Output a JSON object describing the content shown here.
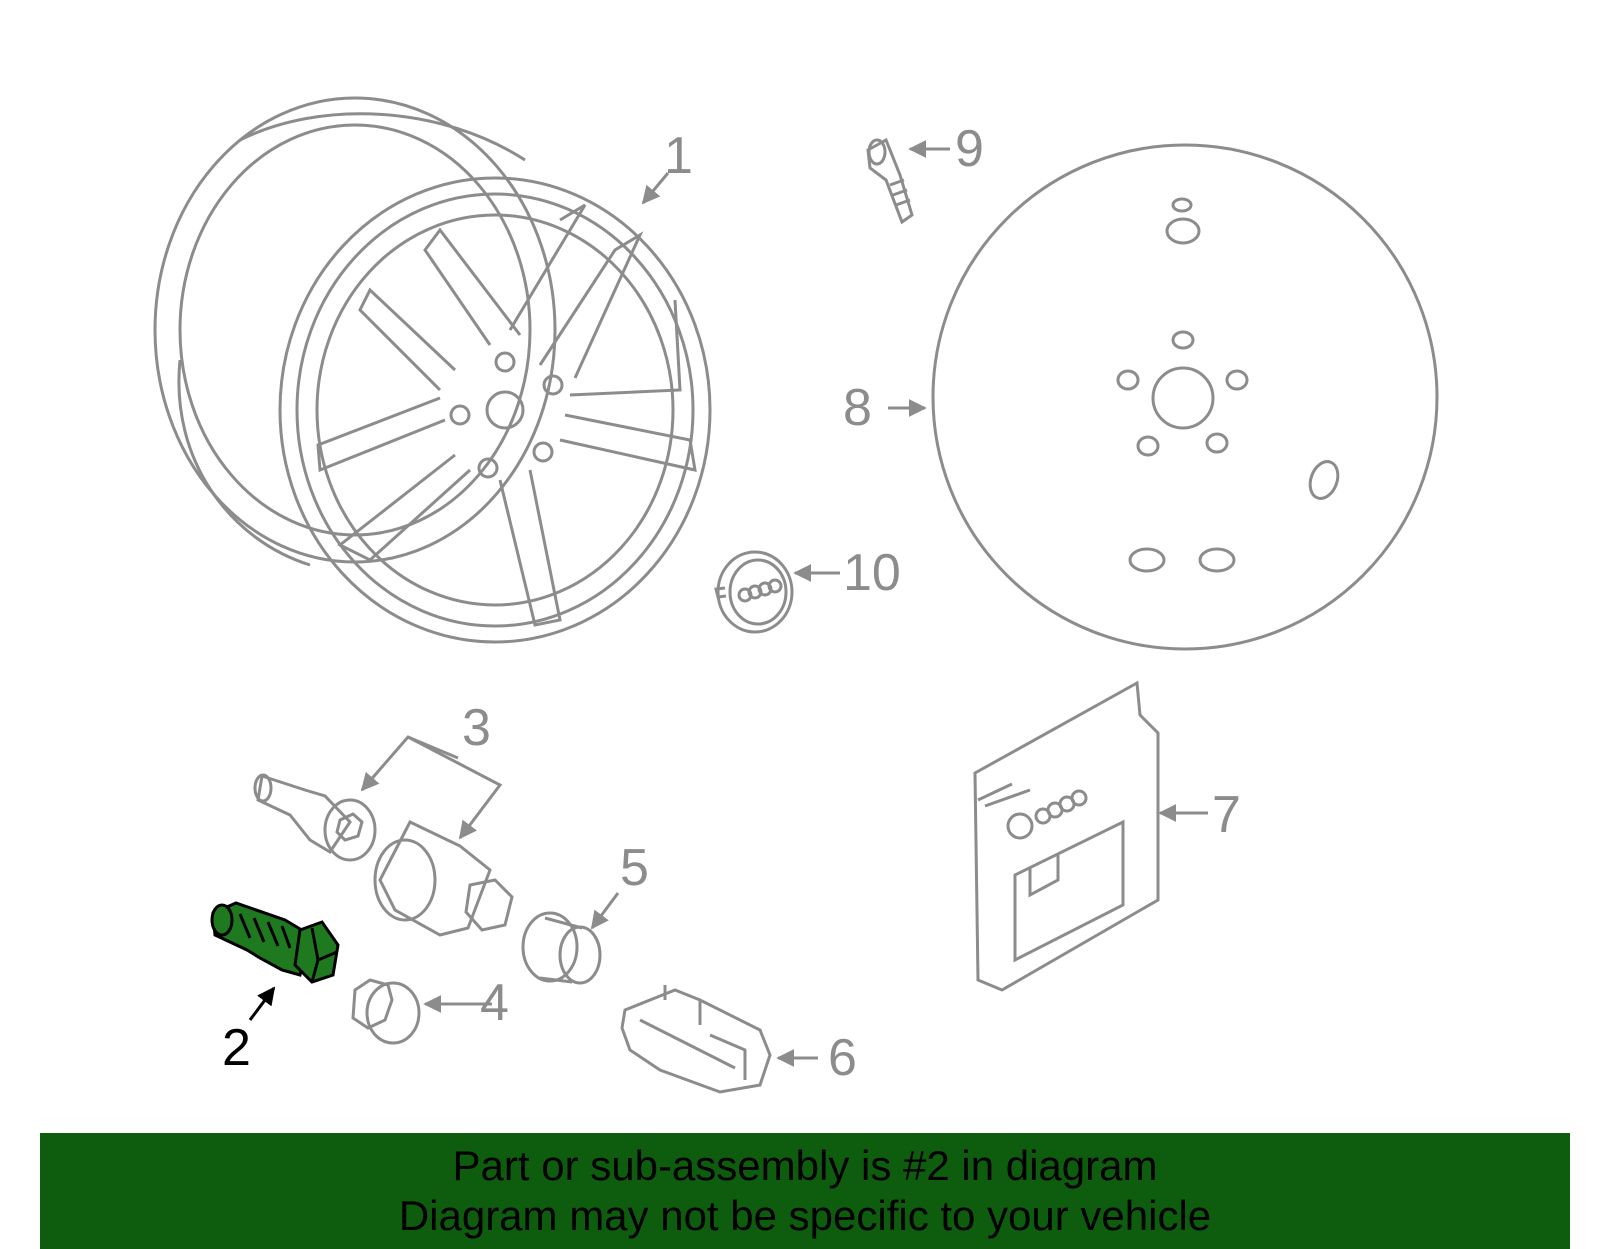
{
  "diagram": {
    "highlighted_part": "2",
    "colors": {
      "line": "#8c8c8c",
      "highlight_fill": "#1f7a1f",
      "banner_bg": "#0e5c0e"
    },
    "callouts": {
      "c1": "1",
      "c2": "2",
      "c3": "3",
      "c4": "4",
      "c5": "5",
      "c6": "6",
      "c7": "7",
      "c8": "8",
      "c9": "9",
      "c10": "10"
    }
  },
  "banner": {
    "line1": "Part or sub-assembly is #2 in diagram",
    "line2": "Diagram may not be specific to your vehicle"
  }
}
